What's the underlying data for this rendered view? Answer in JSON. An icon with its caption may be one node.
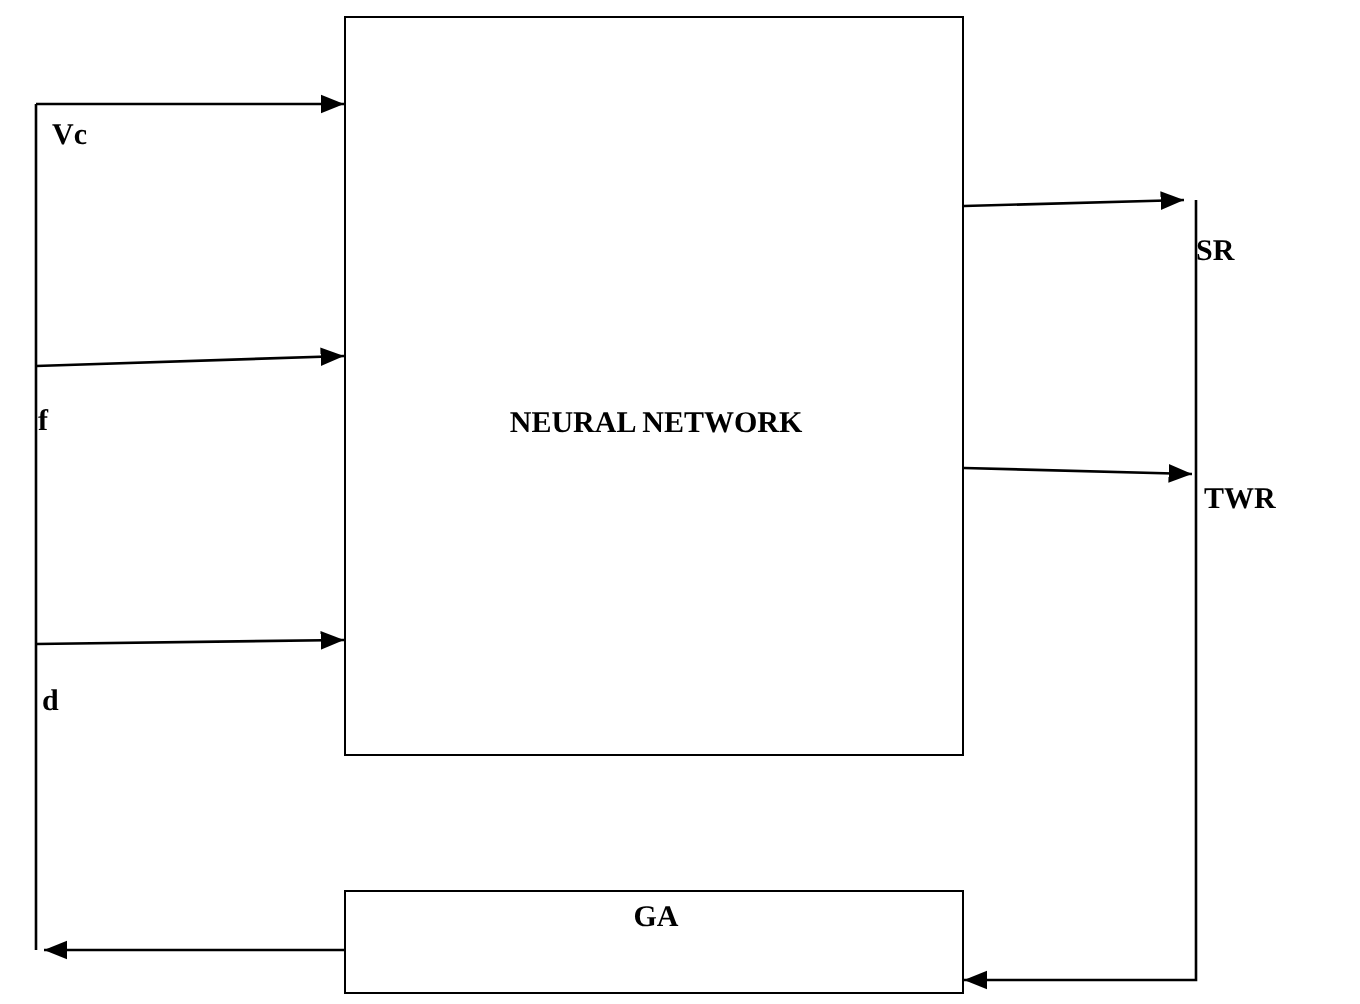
{
  "diagram": {
    "nodes": [
      {
        "text": [
          "NEURAL NETWORK"
        ]
      },
      {
        "text": [
          "GA"
        ]
      },
      {
        "text": [
          "Vc"
        ]
      },
      {
        "text": [
          "f"
        ]
      },
      {
        "text": [
          "d"
        ]
      },
      {
        "text": [
          "SR"
        ]
      },
      {
        "text": [
          "TWR"
        ]
      }
    ],
    "edges": [
      {
        "from": 2,
        "to": 0,
        "arrow": "to"
      },
      {
        "from": 3,
        "to": 0,
        "arrow": "to"
      },
      {
        "from": 4,
        "to": 0,
        "arrow": "to"
      },
      {
        "from": 0,
        "to": 5,
        "arrow": "to"
      },
      {
        "from": 0,
        "to": 6,
        "arrow": "to"
      },
      {
        "from": 5,
        "to": 1,
        "arrow": "to"
      },
      {
        "from": 1,
        "to": null,
        "arrow": "to"
      }
    ]
  }
}
